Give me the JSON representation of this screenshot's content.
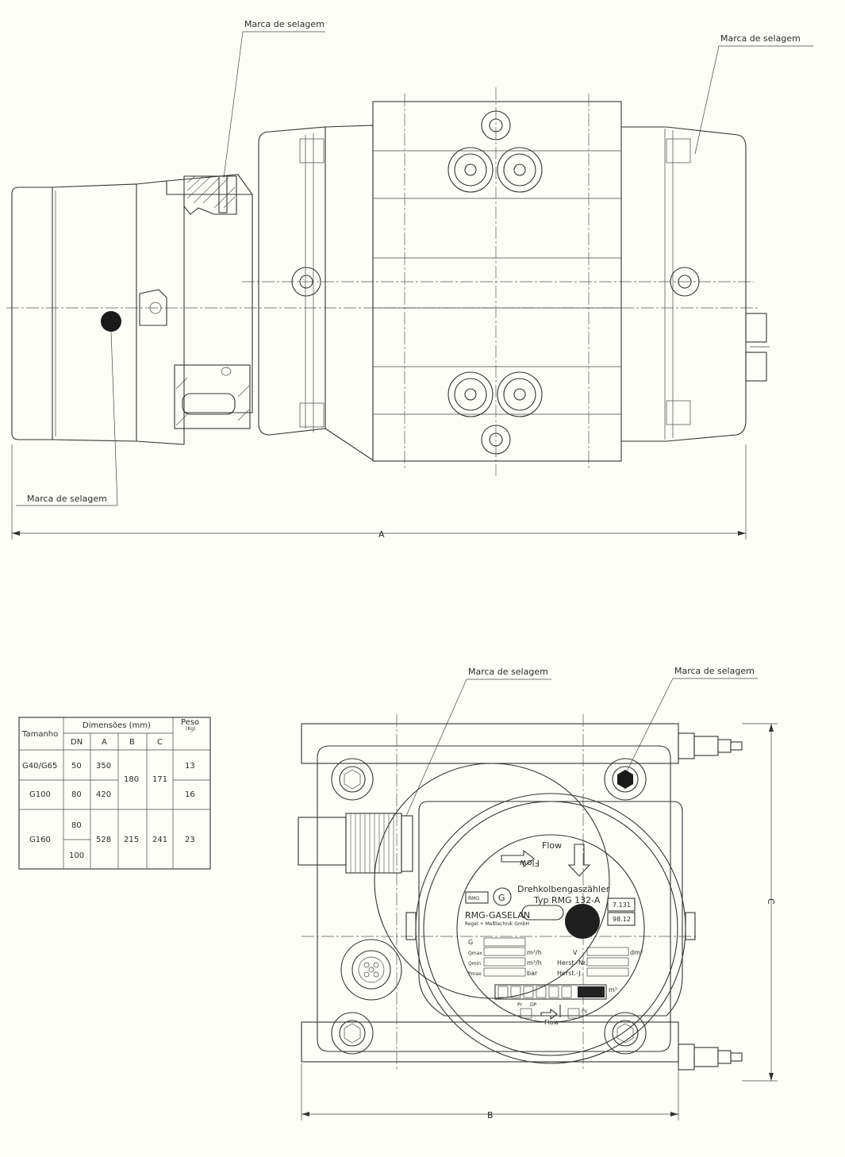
{
  "labels": {
    "seal_mark": "Marca de selagem",
    "dim_a": "A",
    "dim_b": "B",
    "dim_c": "C"
  },
  "table": {
    "header_size": "Tamanho",
    "header_dimensions": "Dimensões (mm)",
    "header_weight": "Peso",
    "header_weight_unit": "(Kg)",
    "col_dn": "DN",
    "col_a": "A",
    "col_b": "B",
    "col_c": "C",
    "rows": [
      {
        "size": "G40/G65",
        "dn": "50",
        "a": "350",
        "weight": "13"
      },
      {
        "size": "G100",
        "dn": "80",
        "a": "420",
        "weight": "16"
      },
      {
        "size": "G160",
        "dn_1": "80",
        "dn_2": "100",
        "a": "528",
        "b": "215",
        "c": "241",
        "weight": "23"
      }
    ],
    "shared_b": "180",
    "shared_c": "171"
  },
  "dial": {
    "flow_top": "Flow",
    "flow_mirrored": "Flow",
    "title": "Drehkolbengaszähler",
    "type": "Typ RMG 132-A",
    "maker": "RMG-GASELAN",
    "maker_sub": "Regel + Meßtechnik GmbH",
    "code_1": "7.131",
    "code_2": "98.12",
    "g_label": "G",
    "qmax": "Qmax",
    "qmin": "Qmin",
    "pmax": "Pmax",
    "unit_q": "m³/h",
    "unit_p": "bar",
    "v_label": "V",
    "v_unit": "dm³",
    "herst_nr": "Herst.-Nr.",
    "herst_j": "Herst.-J.",
    "counter_unit": "m³",
    "pr": "Pr",
    "dp": "DP",
    "pv": "Pv",
    "flow_bottom": "Flow"
  }
}
